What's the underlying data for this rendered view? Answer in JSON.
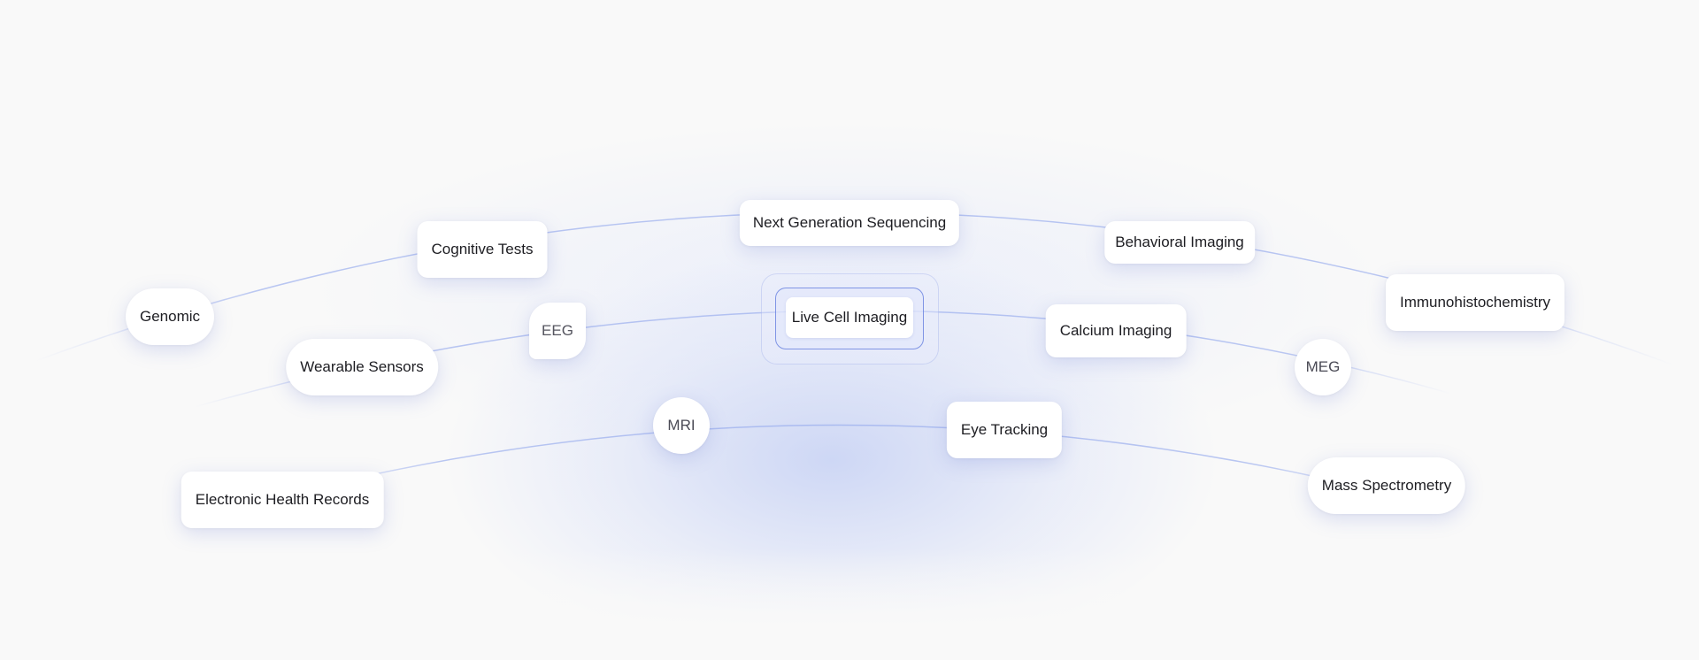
{
  "center": {
    "label": "Live Cell Imaging"
  },
  "nodes": {
    "next_generation_sequencing": "Next Generation Sequencing",
    "cognitive_tests": "Cognitive Tests",
    "behavioral_imaging": "Behavioral Imaging",
    "genomic": "Genomic",
    "immunohistochemistry": "Immunohistochemistry",
    "wearable_sensors": "Wearable Sensors",
    "eeg": "EEG",
    "calcium_imaging": "Calcium Imaging",
    "meg": "MEG",
    "mri": "MRI",
    "eye_tracking": "Eye Tracking",
    "electronic_health_records": "Electronic Health Records",
    "mass_spectrometry": "Mass Spectrometry"
  },
  "colors": {
    "background": "#f9f9f9",
    "arc": "#8ea4ec",
    "accent": "#5e78dc",
    "node": "#ffffff"
  }
}
